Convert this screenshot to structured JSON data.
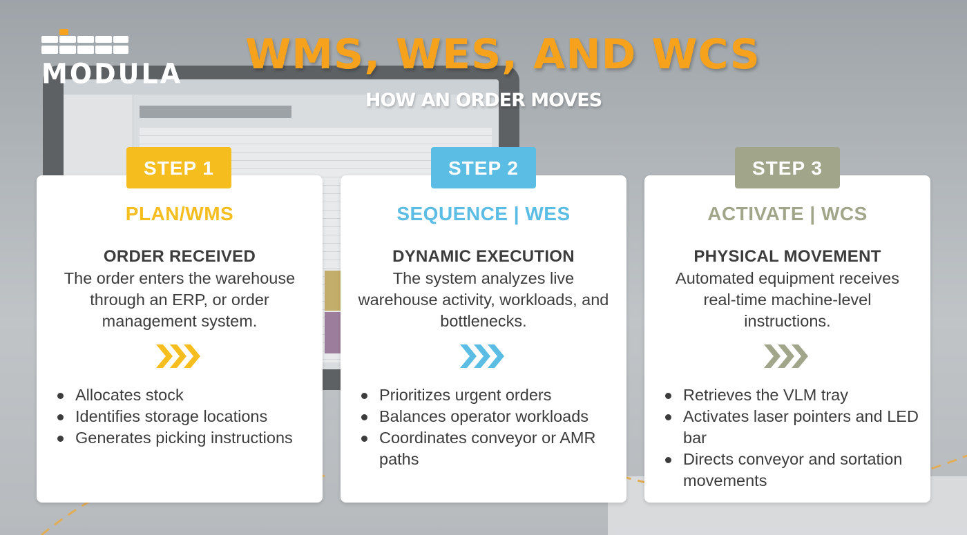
{
  "brand": {
    "logo_text": "MODULA"
  },
  "header": {
    "title": "WMS, WES, AND WCS",
    "subtitle": "HOW AN ORDER MOVES"
  },
  "colors": {
    "title_orange": "#f6a21d",
    "step1_yellow": "#f6bd1f",
    "step2_blue": "#5bbde4",
    "step3_olive": "#a1a68b",
    "text_dark": "#3c3c3c"
  },
  "steps": [
    {
      "badge": "STEP 1",
      "title": "PLAN/WMS",
      "subtitle": "ORDER RECEIVED",
      "description": "The order enters the warehouse through an ERP, or order management system.",
      "arrow_icon": "triple-chevron-right-icon",
      "bullets": [
        "Allocates stock",
        "Identifies storage locations",
        "Generates picking instructions"
      ]
    },
    {
      "badge": "STEP 2",
      "title": "SEQUENCE | WES",
      "subtitle": "DYNAMIC EXECUTION",
      "description": "The system analyzes live warehouse activity, workloads, and bottlenecks.",
      "arrow_icon": "triple-chevron-right-icon",
      "bullets": [
        "Prioritizes urgent orders",
        "Balances operator workloads",
        "Coordinates conveyor or AMR paths"
      ]
    },
    {
      "badge": "STEP 3",
      "title": "ACTIVATE | WCS",
      "subtitle": "PHYSICAL MOVEMENT",
      "description": "Automated equipment receives real-time machine-level instructions.",
      "arrow_icon": "triple-chevron-right-icon",
      "bullets": [
        "Retrieves the VLM tray",
        "Activates laser pointers and LED bar",
        "Directs conveyor and sortation movements"
      ]
    }
  ]
}
